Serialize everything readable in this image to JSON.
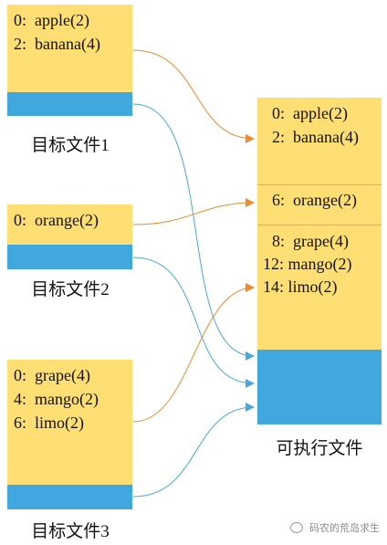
{
  "object_files": [
    {
      "lines": [
        "0:  apple(2)",
        "2:  banana(4)"
      ],
      "caption": "目标文件1"
    },
    {
      "lines": [
        "0:  orange(2)"
      ],
      "caption": "目标文件2"
    },
    {
      "lines": [
        "0:  grape(4)",
        "4:  mango(2)",
        "6:  limo(2)"
      ],
      "caption": "目标文件3"
    }
  ],
  "executable": {
    "section1": [
      "0:  apple(2)",
      "2:  banana(4)"
    ],
    "section2": [
      "6:  orange(2)"
    ],
    "section3": [
      "8:  grape(4)",
      "12: mango(2)",
      "14: limo(2)"
    ],
    "caption": "可执行文件"
  },
  "colors": {
    "data": "#ffde74",
    "text_section": "#41a7df",
    "data_arrow": "#ee8a2c",
    "text_arrow": "#4aa8dc"
  },
  "watermark": "码农的荒岛求生"
}
